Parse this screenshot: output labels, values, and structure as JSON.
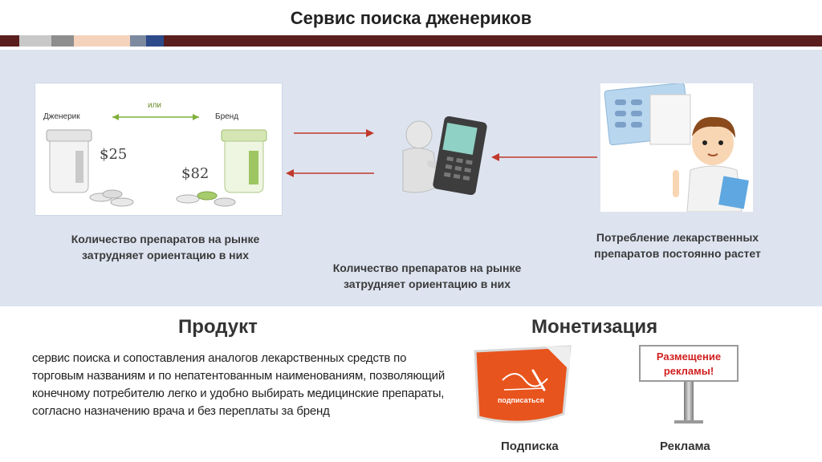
{
  "header": {
    "title": "Сервис поиска дженериков"
  },
  "colors": {
    "stripe": "#5a1e1e",
    "panel": "#dde4f0",
    "arrow": "#c0392b",
    "orange": "#e8541d",
    "sign_text": "#d11f1f"
  },
  "problem_image": {
    "generic_label": "Дженерик",
    "brand_label": "Бренд",
    "or_label": "или",
    "generic_price": "$25",
    "brand_price": "$82"
  },
  "captions": {
    "left": "Количество препаратов на рынке затрудняет ориентацию в них",
    "center": "Количество препаратов на рынке затрудняет ориентацию в них",
    "right": "Потребление лекарственных препаратов постоянно растет"
  },
  "product": {
    "heading": "Продукт",
    "description": "сервис поиска и сопоставления аналогов лекарственных средств по торговым названиям и по непатентованным наименованиям, позволяющий конечному потребителю легко и удобно выбирать медицинские препараты, согласно назначению врача и без переплаты за бренд"
  },
  "monetization": {
    "heading": "Монетизация",
    "subscription_badge": "подписаться",
    "subscription_label": "Подписка",
    "ad_sign_text": "Размещение рекламы!",
    "ad_label": "Реклама"
  }
}
